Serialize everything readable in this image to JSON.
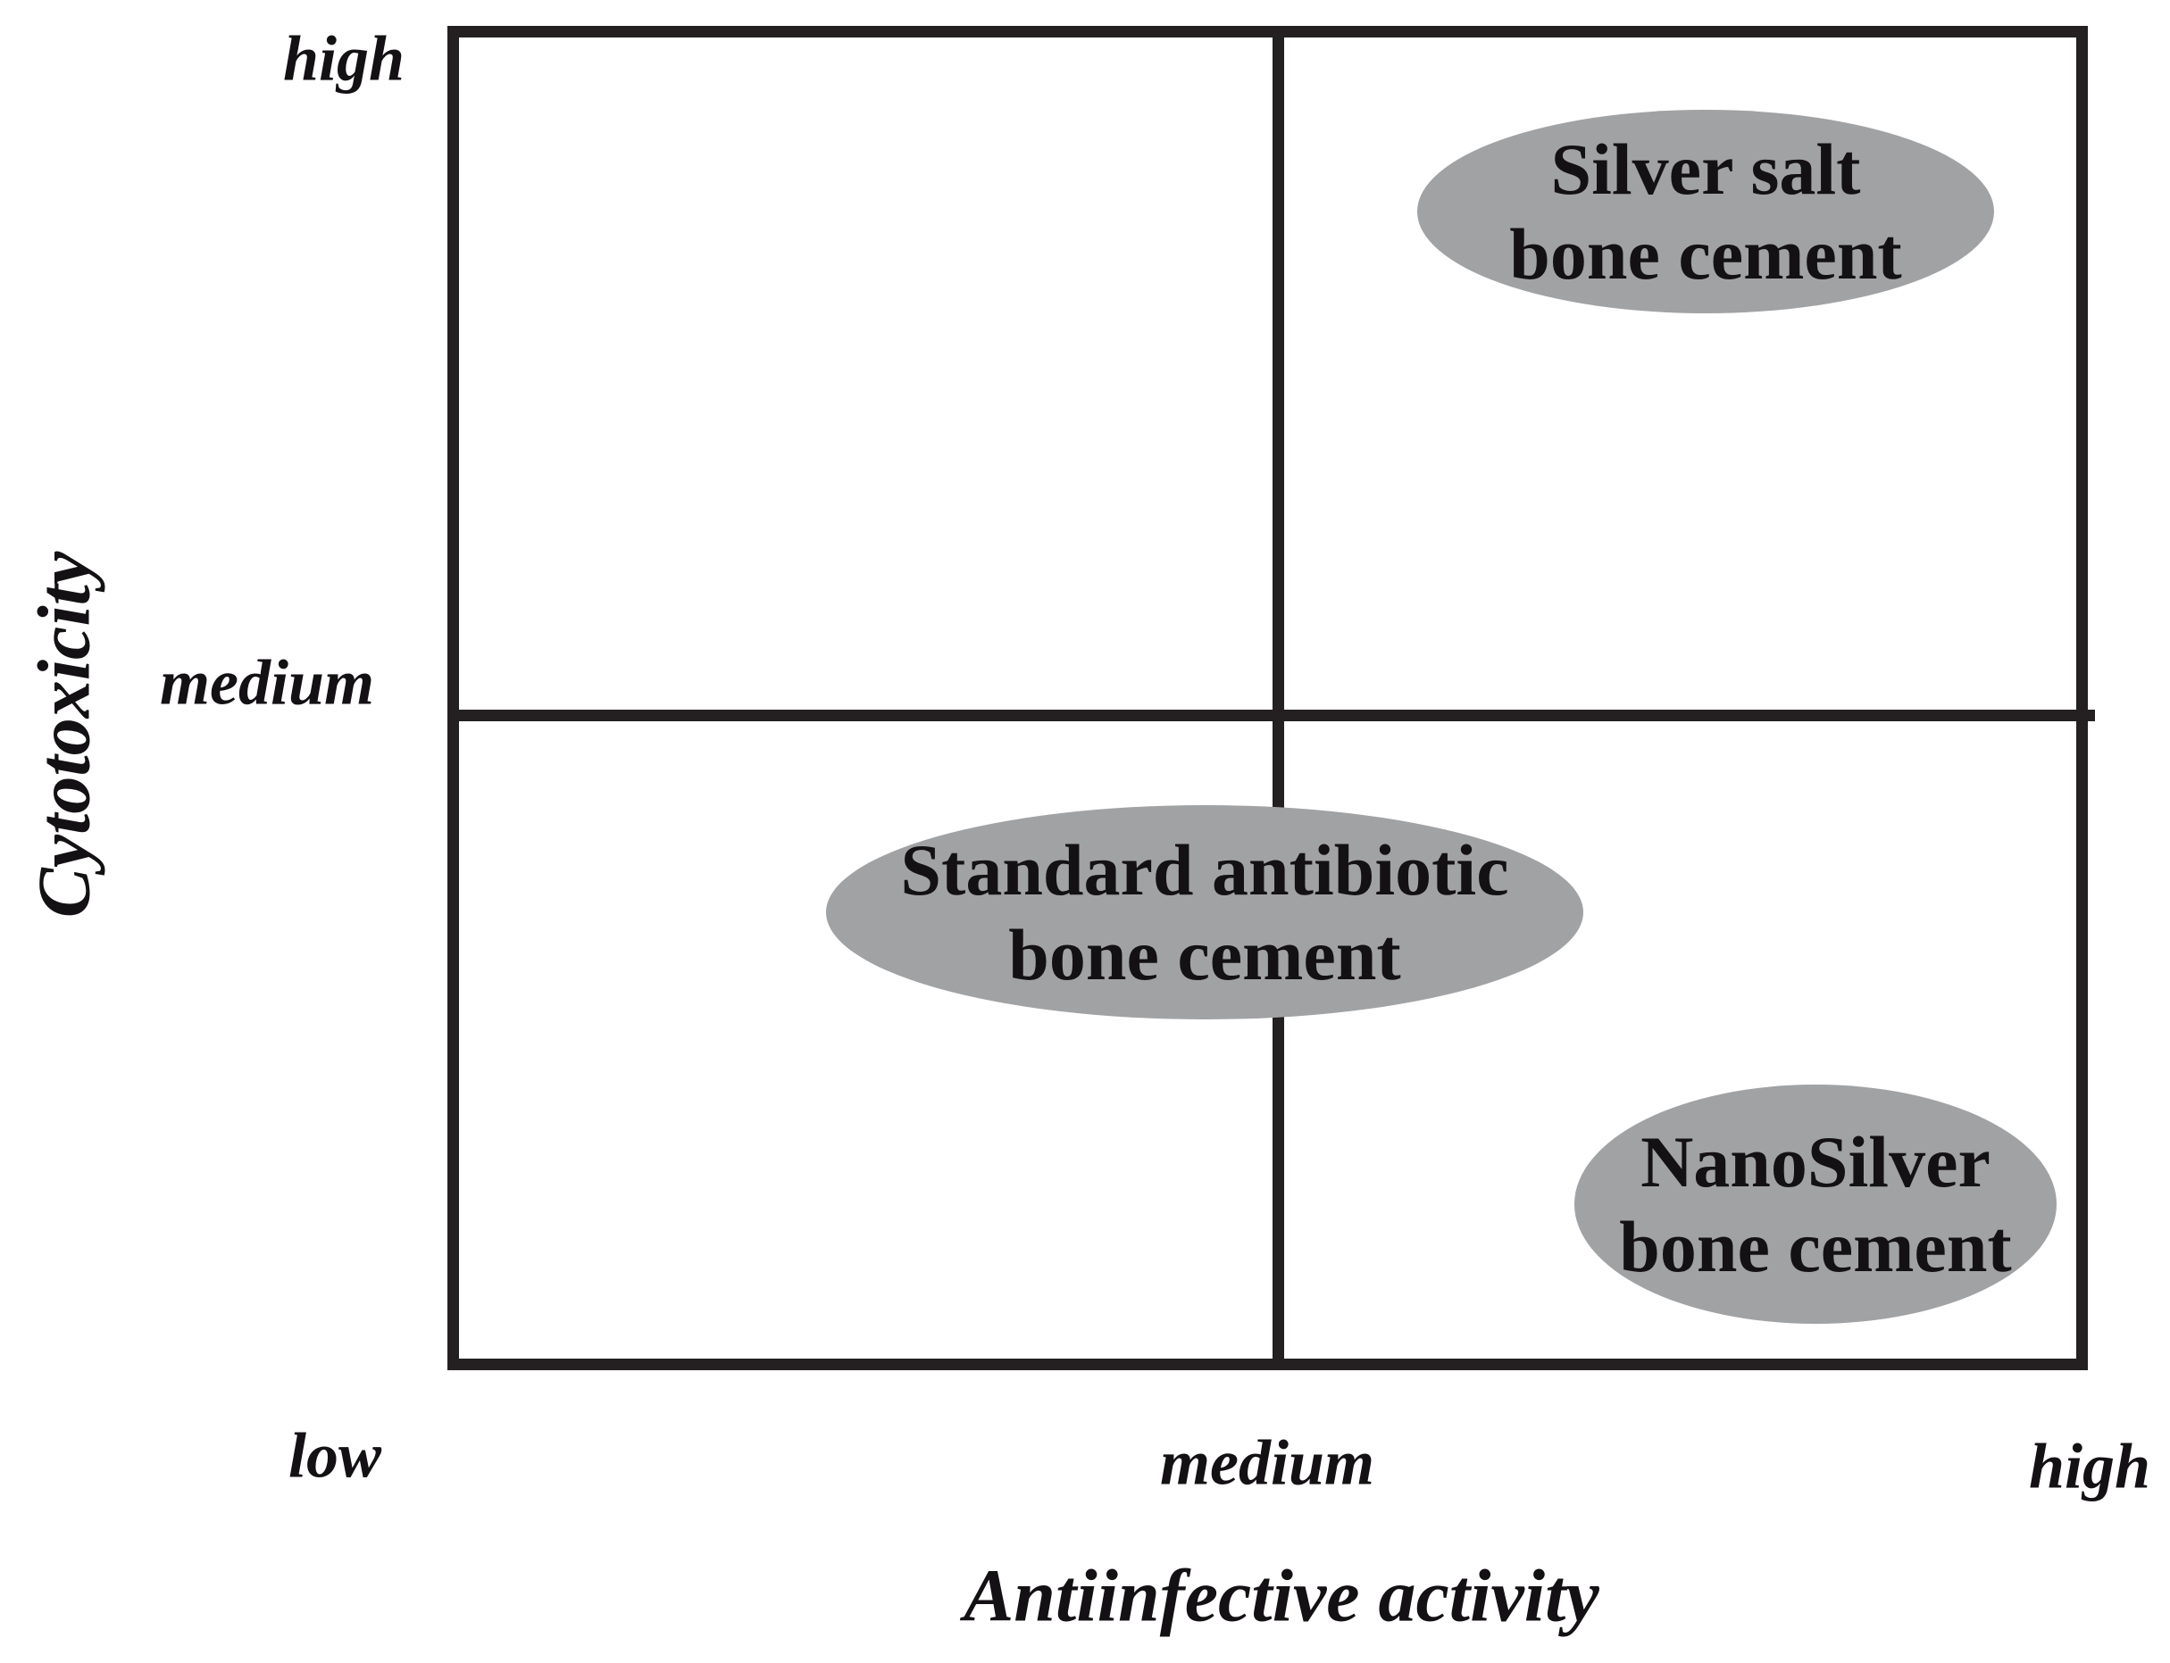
{
  "colors": {
    "background": "#ffffff",
    "line": "#242021",
    "text": "#141114",
    "ellipse_fill": "#a1a2a4"
  },
  "labels": {
    "y_title": "Cytotoxicity",
    "y_tick_top": "high",
    "y_tick_mid": "medium",
    "x_tick_low": "low",
    "x_tick_mid": "medium",
    "x_tick_high": "high",
    "x_title": "Antiinfective activity"
  },
  "bubbles": [
    {
      "line1": "Silver salt",
      "line2": "bone cement"
    },
    {
      "line1": "Standard antibiotic",
      "line2": "bone cement"
    },
    {
      "line1": "NanoSilver",
      "line2": "bone cement"
    }
  ],
  "chart_data": {
    "type": "scatter",
    "subtype": "quadrant_matrix",
    "title": "",
    "xlabel": "Antiinfective activity",
    "ylabel": "Cytotoxicity",
    "x_tick_labels": [
      "low",
      "medium",
      "high"
    ],
    "y_tick_labels_shown": [
      "medium",
      "high"
    ],
    "xlim": [
      0,
      1
    ],
    "ylim": [
      0,
      1
    ],
    "grid": false,
    "quadrant_divider_x": 0.506,
    "quadrant_divider_y": 0.487,
    "legend": "none",
    "points": [
      {
        "label": "Silver salt bone cement",
        "x": 0.77,
        "y": 0.87,
        "x_qualitative": "high",
        "y_qualitative": "high",
        "marker": "gray-ellipse"
      },
      {
        "label": "Standard antibiotic bone cement",
        "x": 0.46,
        "y": 0.34,
        "x_qualitative": "medium",
        "y_qualitative": "low-to-medium",
        "marker": "gray-ellipse"
      },
      {
        "label": "NanoSilver bone cement",
        "x": 0.84,
        "y": 0.12,
        "x_qualitative": "high",
        "y_qualitative": "low",
        "marker": "gray-ellipse"
      }
    ]
  }
}
